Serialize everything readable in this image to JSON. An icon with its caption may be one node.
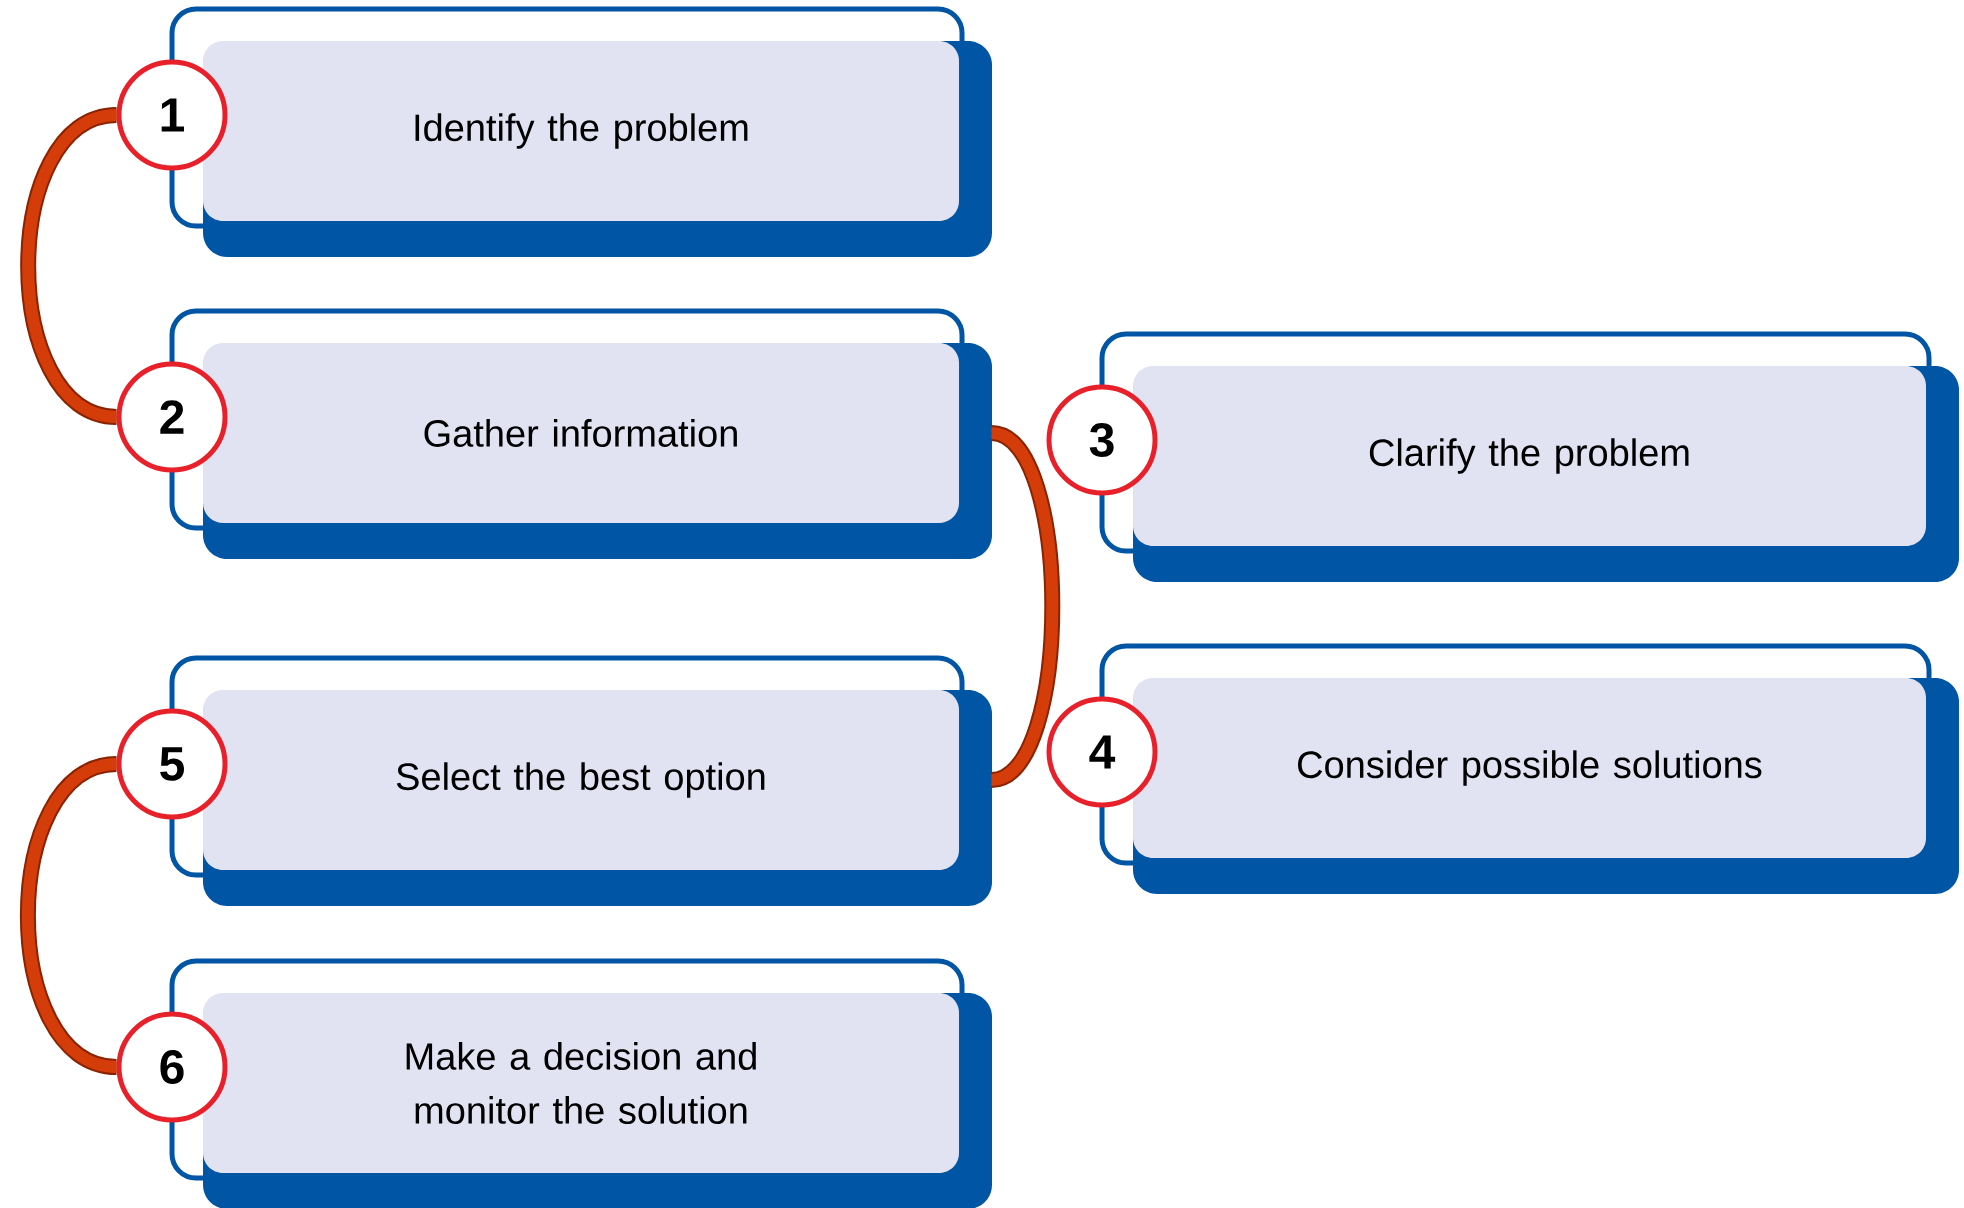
{
  "diagram": {
    "nodes": [
      {
        "text": [
          "1"
        ]
      },
      {
        "text": [
          "Identify the problem"
        ]
      },
      {
        "text": [
          "2"
        ]
      },
      {
        "text": [
          "Gather information"
        ]
      },
      {
        "text": [
          "3"
        ]
      },
      {
        "text": [
          "Clarify the problem"
        ]
      },
      {
        "text": [
          "4"
        ]
      },
      {
        "text": [
          "Consider possible solutions"
        ]
      },
      {
        "text": [
          "5"
        ]
      },
      {
        "text": [
          "Select the best option"
        ]
      },
      {
        "text": [
          "6"
        ]
      },
      {
        "text": [
          "Make a decision and monitor the solution"
        ]
      }
    ],
    "edges": [
      {
        "from": 0,
        "to": 2,
        "arrow": "none"
      },
      {
        "from": 3,
        "to": 9,
        "arrow": "none"
      },
      {
        "from": 8,
        "to": 10,
        "arrow": "none"
      }
    ]
  }
}
